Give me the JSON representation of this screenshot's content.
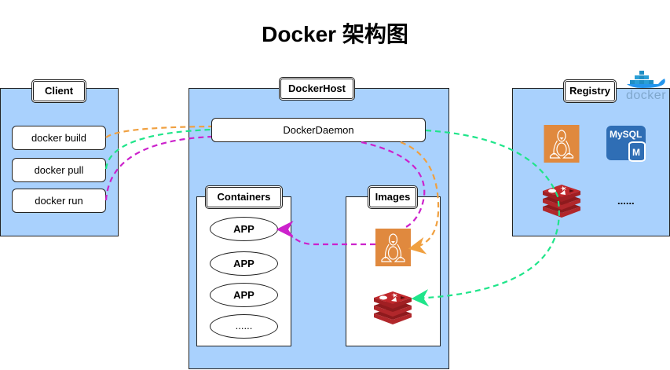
{
  "title": "Docker 架构图",
  "client": {
    "label": "Client",
    "commands": [
      "docker build",
      "docker pull",
      "docker run"
    ]
  },
  "host": {
    "label": "DockerHost",
    "daemon": "DockerDaemon",
    "containers": {
      "label": "Containers",
      "items": [
        "APP",
        "APP",
        "APP",
        "......"
      ]
    },
    "images": {
      "label": "Images",
      "items": [
        "linux-image-icon",
        "redis-image-icon"
      ]
    }
  },
  "registry": {
    "label": "Registry",
    "mysql_label": "MySQL",
    "mysql_badge": "M",
    "more": "......",
    "brand": "docker"
  },
  "colors": {
    "panel": "#a9d1fd",
    "build_flow": "#f0a040",
    "pull_flow": "#1fe58a",
    "run_flow": "#cc22cc",
    "linux_orange": "#e0893e",
    "redis_red": "#c0282c",
    "mysql_blue": "#2f6eb5"
  }
}
